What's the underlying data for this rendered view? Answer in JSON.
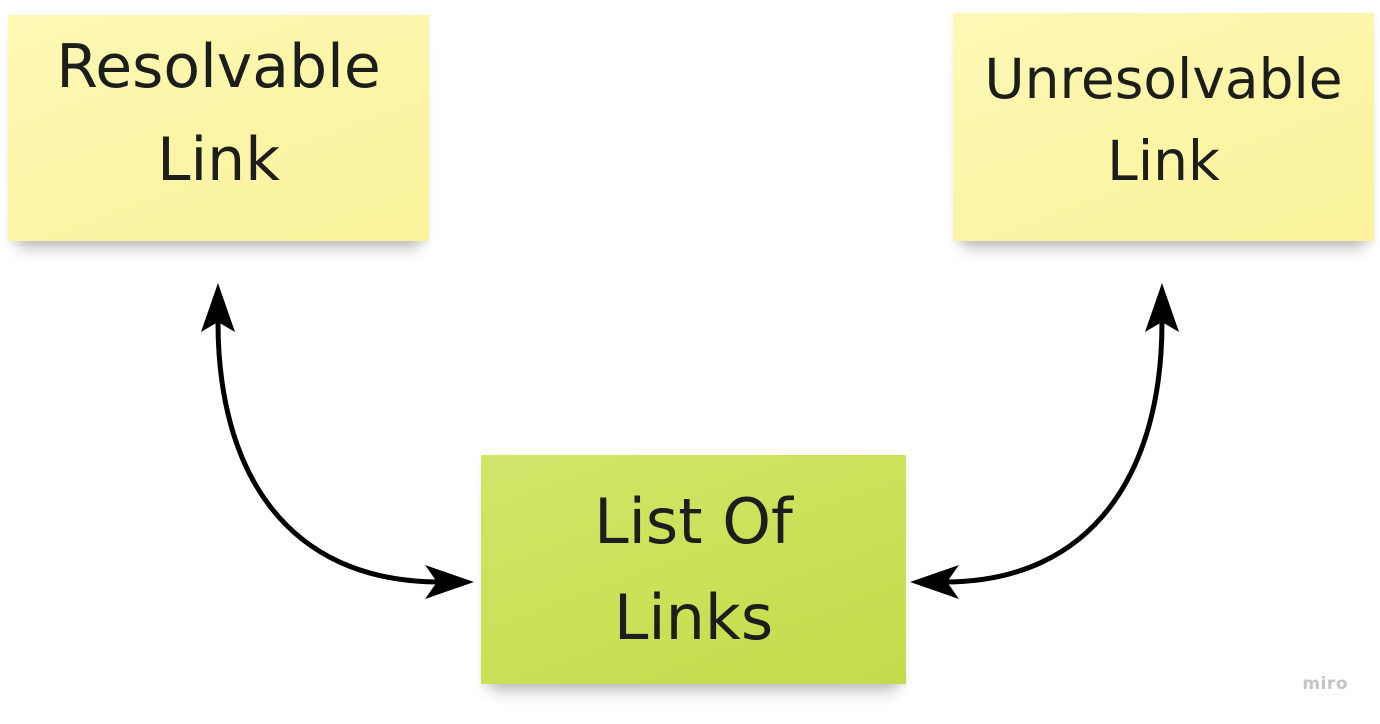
{
  "notes": {
    "resolvable": {
      "lines": [
        "Resolvable",
        "Link"
      ],
      "color": "#fcf6a8"
    },
    "unresolvable": {
      "lines": [
        "Unresolvable",
        "Link"
      ],
      "color": "#fcf6a8"
    },
    "list": {
      "lines": [
        "List Of",
        "Links"
      ],
      "color": "#cbe158"
    }
  },
  "connectors": [
    {
      "from": "list-of-links",
      "to": "resolvable-link",
      "style": "bidirectional-arrow"
    },
    {
      "from": "list-of-links",
      "to": "unresolvable-link",
      "style": "bidirectional-arrow"
    }
  ],
  "colors": {
    "line": "#000000"
  },
  "watermark": "miro"
}
